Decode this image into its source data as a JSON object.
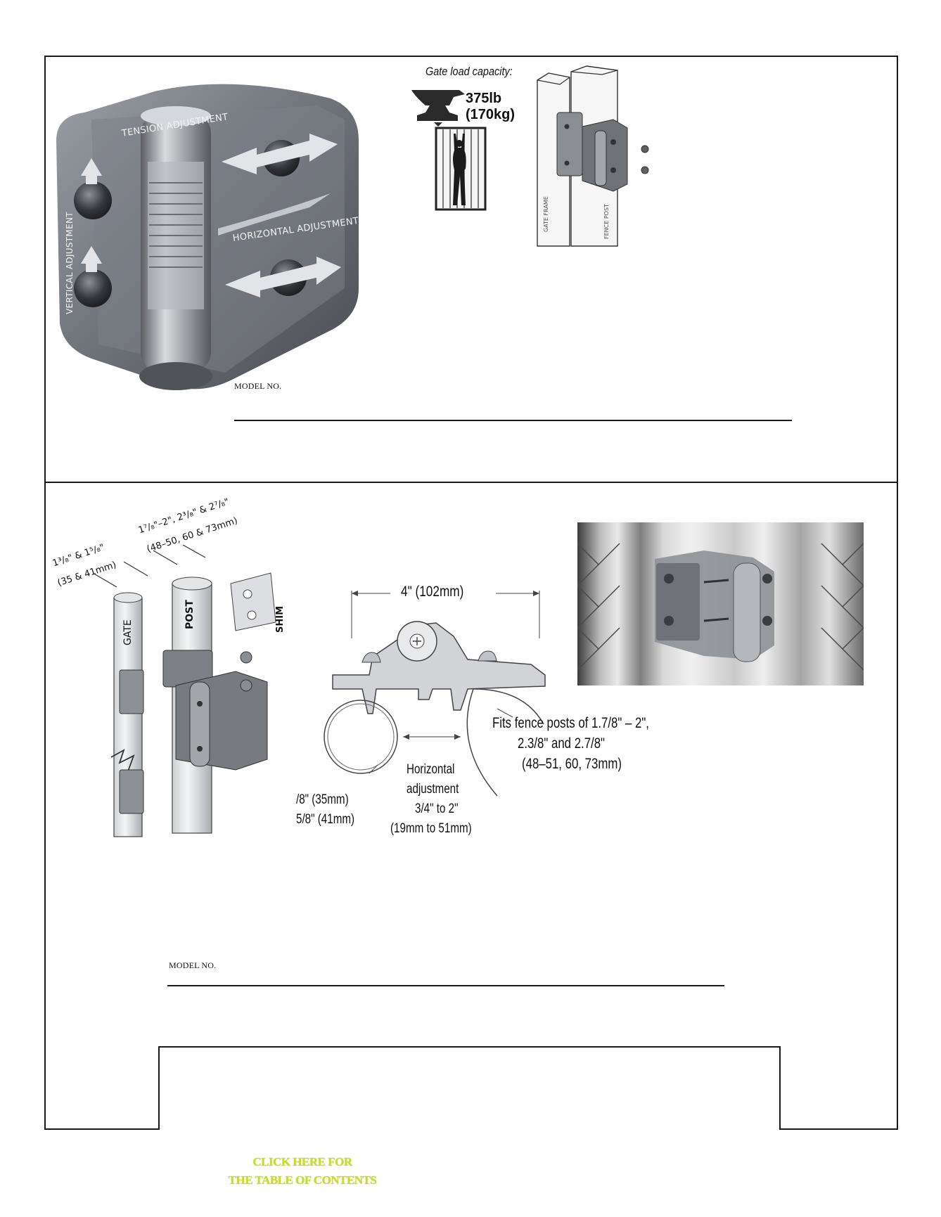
{
  "top_panel": {
    "hinge_labels": {
      "tension": "TENSION ADJUSTMENT",
      "horizontal": "HORIZONTAL ADJUSTMENT",
      "vertical": "VERTICAL ADJUSTMENT"
    },
    "load": {
      "caption": "Gate load capacity:",
      "weight_lb": "375lb",
      "weight_kg": "(170kg)"
    },
    "frame_labels": {
      "gate_frame": "GATE FRAME",
      "fence_post": "FENCE POST"
    },
    "model_label": "MODEL NO."
  },
  "bottom_panel": {
    "dims": {
      "gate_size": "1³/₈\" & 1⁵/₈\"",
      "gate_size_mm": "(35 & 41mm)",
      "post_size": "1⁷/₈\"–2\", 2³/₈\" & 2⁷/₈\"",
      "post_size_mm": "(48–50, 60 & 73mm)"
    },
    "part_labels": {
      "gate": "GATE",
      "post": "POST",
      "shim": "SHIM"
    },
    "diagram": {
      "width": "4\" (102mm)",
      "fits_line1": "Fits fence posts of 1.7/8\" – 2\",",
      "fits_line2": "2.3/8\" and 2.7/8\"",
      "fits_line3": "(48–51, 60, 73mm)",
      "horiz_line1": "Horizontal",
      "horiz_line2": "adjustment",
      "horiz_line3": "3/4\" to 2\"",
      "horiz_line4": "(19mm to 51mm)",
      "gate_line1": "/8\" (35mm)",
      "gate_line2": "5/8\" (41mm)"
    },
    "model_label": "MODEL NO."
  },
  "toc": {
    "line1": "CLICK HERE FOR",
    "line2": "THE TABLE OF CONTENTS"
  },
  "colors": {
    "frame": "#1a1a1a",
    "toc_link": "#c7dd2c",
    "hinge_body": "#6e7279"
  }
}
